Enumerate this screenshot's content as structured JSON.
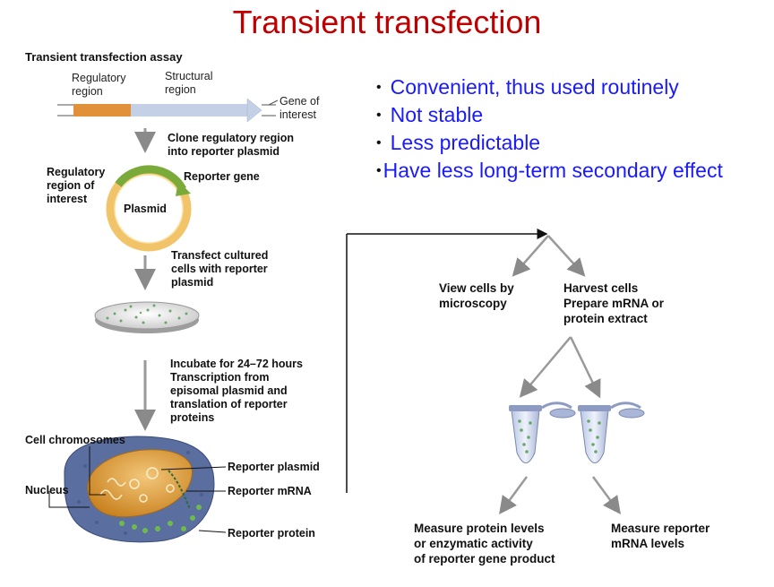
{
  "title": "Transient transfection",
  "bullets": [
    "Convenient, thus used routinely",
    "Not stable",
    "Less predictable",
    "Have less long-term secondary effect"
  ],
  "diagram": {
    "assay_title": "Transient transfection assay",
    "regulatory_region": "Regulatory\nregion",
    "structural_region": "Structural\nregion",
    "gene_of_interest": "Gene of\ninterest",
    "step_clone": "Clone regulatory region\ninto reporter plasmid",
    "regulatory_region_of_interest": "Regulatory\nregion of\ninterest",
    "reporter_gene": "Reporter gene",
    "plasmid": "Plasmid",
    "step_transfect": "Transfect cultured\ncells with reporter\nplasmid",
    "step_incubate": "Incubate for 24–72 hours\nTranscription from\nepisomal plasmid and\ntranslation of reporter\nproteins",
    "cell_chromosomes": "Cell chromosomes",
    "nucleus": "Nucleus",
    "reporter_plasmid": "Reporter plasmid",
    "reporter_mrna": "Reporter mRNA",
    "reporter_protein": "Reporter protein",
    "view_cells": "View cells by\nmicroscopy",
    "harvest_cells": "Harvest cells\nPrepare mRNA or\nprotein extract",
    "measure_protein": "Measure protein levels\nor enzymatic activity\nof reporter gene product",
    "measure_mrna": "Measure reporter\nmRNA levels"
  },
  "colors": {
    "title": "#c00000",
    "bullet_text": "#1a1aff",
    "regulatory_region": "#e0913a",
    "structural_region": "#c4d0e6",
    "plasmid_ring": "#f2c46a",
    "reporter_gene_arc": "#7aab3a",
    "cell_body": "#5a6ea0",
    "nucleus": "#d89a3c"
  }
}
